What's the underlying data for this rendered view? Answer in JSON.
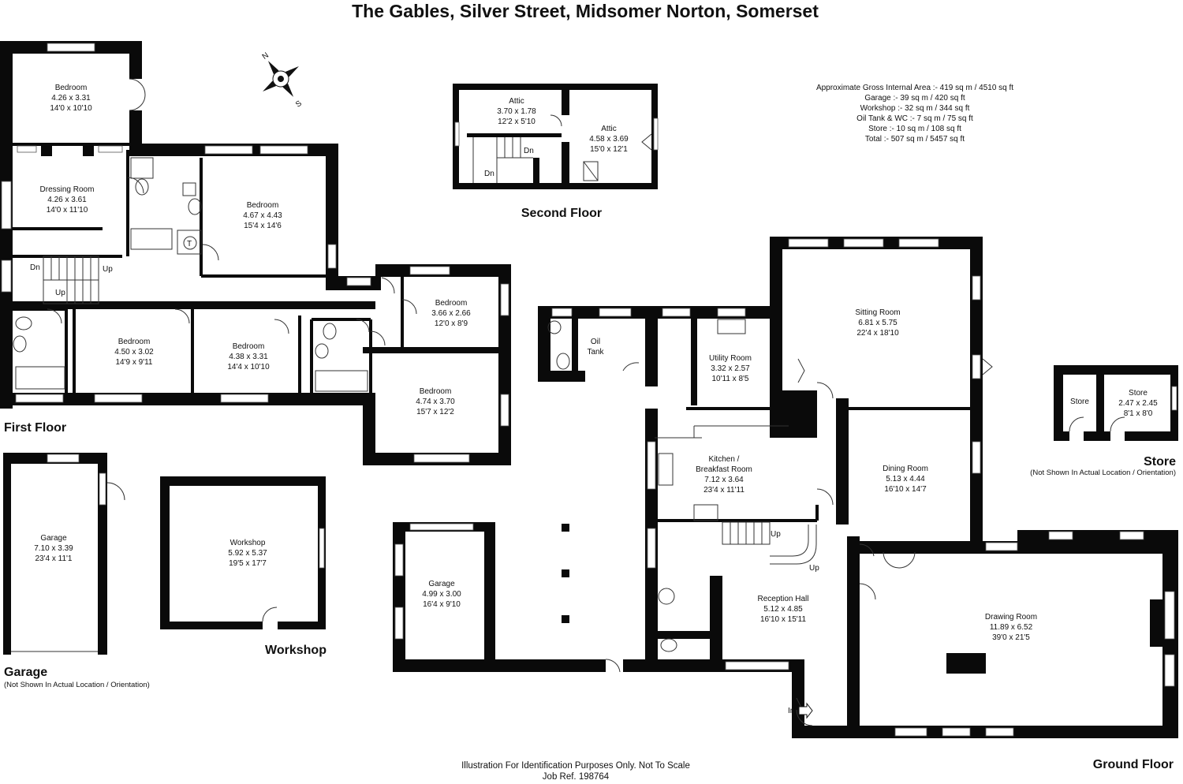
{
  "title": "The Gables, Silver Street, Midsomer Norton, Somerset",
  "areas": [
    "Approximate Gross Internal Area :- 419 sq m / 4510 sq ft",
    "Garage :- 39 sq m / 420 sq ft",
    "Workshop :- 32 sq m / 344 sq ft",
    "Oil Tank & WC :- 7 sq m / 75 sq ft",
    "Store :- 10 sq m / 108 sq ft",
    "Total :- 507 sq m / 5457 sq ft"
  ],
  "floors": {
    "first": "First Floor",
    "second": "Second Floor",
    "ground": "Ground Floor",
    "garage": "Garage",
    "garage_note": "(Not Shown In Actual Location / Orientation)",
    "workshop": "Workshop",
    "store": "Store",
    "store_note": "(Not Shown In Actual Location / Orientation)"
  },
  "rooms": {
    "ff_bed1": {
      "name": "Bedroom",
      "m": "4.26 x 3.31",
      "ft": "14'0 x 10'10"
    },
    "ff_dress": {
      "name": "Dressing Room",
      "m": "4.26 x 3.61",
      "ft": "14'0 x 11'10"
    },
    "ff_bed2": {
      "name": "Bedroom",
      "m": "4.67 x 4.43",
      "ft": "15'4 x 14'6"
    },
    "ff_bed3": {
      "name": "Bedroom",
      "m": "4.50 x 3.02",
      "ft": "14'9 x 9'11"
    },
    "ff_bed4": {
      "name": "Bedroom",
      "m": "4.38 x 3.31",
      "ft": "14'4 x 10'10"
    },
    "ff_bed5": {
      "name": "Bedroom",
      "m": "3.66 x 2.66",
      "ft": "12'0 x 8'9"
    },
    "ff_bed6": {
      "name": "Bedroom",
      "m": "4.74 x 3.70",
      "ft": "15'7 x 12'2"
    },
    "sf_attic1": {
      "name": "Attic",
      "m": "3.70 x 1.78",
      "ft": "12'2 x 5'10"
    },
    "sf_attic2": {
      "name": "Attic",
      "m": "4.58 x 3.69",
      "ft": "15'0 x 12'1"
    },
    "gf_oil": {
      "name": "Oil",
      "name2": "Tank"
    },
    "gf_utility": {
      "name": "Utility Room",
      "m": "3.32 x 2.57",
      "ft": "10'11 x 8'5"
    },
    "gf_sitting": {
      "name": "Sitting Room",
      "m": "6.81 x 5.75",
      "ft": "22'4 x 18'10"
    },
    "gf_kitchen": {
      "name": "Kitchen /",
      "name2": "Breakfast Room",
      "m": "7.12 x 3.64",
      "ft": "23'4 x 11'11"
    },
    "gf_dining": {
      "name": "Dining Room",
      "m": "5.13 x 4.44",
      "ft": "16'10 x 14'7"
    },
    "gf_reception": {
      "name": "Reception Hall",
      "m": "5.12 x 4.85",
      "ft": "16'10 x 15'11"
    },
    "gf_drawing": {
      "name": "Drawing Room",
      "m": "11.89 x 6.52",
      "ft": "39'0 x 21'5"
    },
    "gf_garage": {
      "name": "Garage",
      "m": "4.99 x 3.00",
      "ft": "16'4 x 9'10"
    },
    "garage": {
      "name": "Garage",
      "m": "7.10 x 3.39",
      "ft": "23'4 x 11'1"
    },
    "workshop": {
      "name": "Workshop",
      "m": "5.92 x 5.37",
      "ft": "19'5 x 17'7"
    },
    "store_small": {
      "name": "Store"
    },
    "store_big": {
      "name": "Store",
      "m": "2.47 x 2.45",
      "ft": "8'1 x 8'0"
    }
  },
  "stairs": {
    "dn": "Dn",
    "up": "Up",
    "in": "In",
    "tank": "T"
  },
  "compass": {
    "n": "N",
    "s": "S"
  },
  "footer": {
    "line1": "Illustration For Identification Purposes Only. Not To Scale",
    "line2": "Job Ref.  198764"
  }
}
